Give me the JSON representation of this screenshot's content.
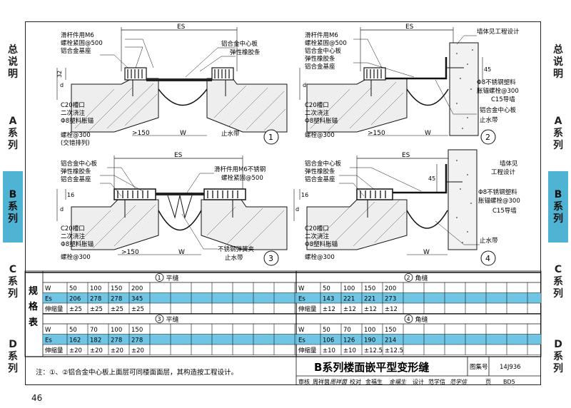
{
  "side_tabs": {
    "left": [
      {
        "label": "总说明",
        "active": false
      },
      {
        "label": "A系列",
        "active": false
      },
      {
        "label": "B系列",
        "active": true
      },
      {
        "label": "C系列",
        "active": false
      },
      {
        "label": "D系列",
        "active": false
      }
    ],
    "right": [
      {
        "label": "总说明",
        "active": false
      },
      {
        "label": "A系列",
        "active": false
      },
      {
        "label": "B系列",
        "active": true
      },
      {
        "label": "C系列",
        "active": false
      },
      {
        "label": "D系列",
        "active": false
      }
    ],
    "active_color": "#4fb3d4"
  },
  "details": {
    "d1": {
      "num": "1",
      "es": "ES",
      "w": "W",
      "gt150": ">150",
      "dim_32": "32",
      "dim_d": "d",
      "labels": [
        "滑杆件用M6",
        "螺栓紧固@500",
        "铝合金基座",
        "铝合金中心板",
        "弹性橡胶条",
        "C20槽口",
        "二次浇注",
        "Φ8塑料胀锚",
        "螺栓@300",
        "(交错排列)",
        "止水带"
      ]
    },
    "d2": {
      "num": "2",
      "es": "ES",
      "w": "W",
      "gt150": ">150",
      "dim_45": "45",
      "dim_d": "d",
      "labels": [
        "滑杆件用M6",
        "螺栓紧固@500",
        "铝合金中心板",
        "弹性橡胶条",
        "铝合金基座",
        "墙体见工程设计",
        "Φ8不锈钢塑料",
        "胀锚螺栓@300",
        "C15导墙",
        "铝合金中心板",
        "止水带",
        "C20槽口",
        "二次浇注",
        "Φ8塑料胀锚",
        "螺栓@300"
      ]
    },
    "d3": {
      "num": "3",
      "es": "ES",
      "w": "W",
      "gt150": ">150",
      "dim_16": "16",
      "dim_d": "d",
      "labels": [
        "铝合金中心板",
        "弹性橡胶条",
        "铝合金基座",
        "滑杆件用M6不锈钢",
        "螺栓紧固@500",
        "C20槽口",
        "二次浇注",
        "Φ8塑料胀锚",
        "螺栓@300",
        "不锈钢弹簧夹",
        "止水带"
      ]
    },
    "d4": {
      "num": "4",
      "es": "ES",
      "w": "W",
      "dim_45": "45",
      "dim_16": "16",
      "dim_d": "d",
      "labels": [
        "铝合金中心板",
        "弹性橡胶条",
        "铝合金基座",
        "墙体见",
        "工程设计",
        "Φ8不锈钢塑料",
        "胀锚螺栓@300",
        "C15导墙",
        "止水带",
        "C20槽口",
        "二次浇注",
        "Φ8塑料胀锚",
        "螺栓@300"
      ]
    }
  },
  "spec_table": {
    "row_label": "规格表",
    "blocks": [
      {
        "title_num": "1",
        "title": "平缝",
        "row_heads": [
          "W",
          "Es",
          "伸缩量"
        ],
        "rows": [
          [
            "50",
            "100",
            "150",
            "200"
          ],
          [
            "206",
            "278",
            "278",
            "345"
          ],
          [
            "±25",
            "±25",
            "±25",
            "±25"
          ]
        ]
      },
      {
        "title_num": "2",
        "title": "角缝",
        "row_heads": [
          "W",
          "Es",
          "伸缩量"
        ],
        "rows": [
          [
            "50",
            "100",
            "150",
            "200"
          ],
          [
            "143",
            "221",
            "221",
            "273"
          ],
          [
            "±12",
            "±12",
            "±12",
            "±12"
          ]
        ]
      },
      {
        "title_num": "3",
        "title": "平缝",
        "row_heads": [
          "W",
          "Es",
          "伸缩量"
        ],
        "rows": [
          [
            "50",
            "70",
            "100",
            "150"
          ],
          [
            "162",
            "182",
            "278",
            "278"
          ],
          [
            "±20",
            "±20",
            "±20",
            "±20"
          ]
        ]
      },
      {
        "title_num": "4",
        "title": "角缝",
        "row_heads": [
          "W",
          "Es",
          "伸缩量"
        ],
        "rows": [
          [
            "50",
            "70",
            "100",
            "150"
          ],
          [
            "106",
            "126",
            "190",
            "214"
          ],
          [
            "±10",
            "±10",
            "±12.5",
            "±12.5"
          ]
        ]
      }
    ],
    "highlight_color": "#5fbfe0"
  },
  "footer": {
    "note": "注：①、②铝合金中心板上面层可同楼面面层，其构造按工程设计。",
    "title": "B系列楼面嵌平型变形缝",
    "atlas_label": "图集号",
    "atlas_value": "14J936",
    "sign_row": [
      "审核",
      "周祥茵",
      "周祥茵",
      "校对",
      "金福生",
      "金福生",
      "设计",
      "范学信",
      "范学信",
      "页",
      "BD5"
    ]
  },
  "page_number": "46"
}
